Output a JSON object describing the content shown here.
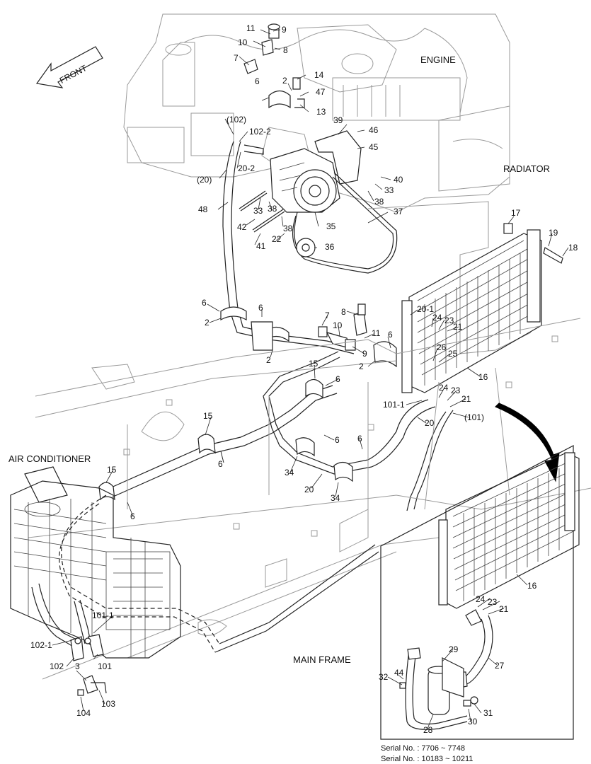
{
  "section_labels": {
    "engine": "ENGINE",
    "radiator": "RADIATOR",
    "air_conditioner": "AIR CONDITIONER",
    "main_frame": "MAIN FRAME",
    "front": "FRONT"
  },
  "serial_numbers": [
    "Serial No. : 7706 ~ 7748",
    "Serial No. : 10183 ~ 10211"
  ],
  "callouts": [
    "9",
    "11",
    "10",
    "8",
    "7",
    "2",
    "14",
    "6",
    "47",
    "13",
    "(102)",
    "102-2",
    "39",
    "46",
    "45",
    "20-2",
    "(20)",
    "40",
    "33",
    "38",
    "48",
    "33",
    "38",
    "37",
    "17",
    "19",
    "18",
    "42",
    "38",
    "35",
    "41",
    "22",
    "36",
    "8",
    "20-1",
    "24",
    "23",
    "21",
    "7",
    "10",
    "11",
    "6",
    "6",
    "2",
    "6",
    "9",
    "2",
    "26",
    "25",
    "16",
    "2",
    "15",
    "6",
    "24",
    "23",
    "21",
    "101-1",
    "15",
    "(101)",
    "20",
    "6",
    "6",
    "34",
    "20",
    "34",
    "6",
    "15",
    "6",
    "16",
    "24",
    "23",
    "21",
    "101-1",
    "102-1",
    "102",
    "3",
    "101",
    "103",
    "104",
    "29",
    "27",
    "32",
    "44",
    "31",
    "30",
    "28"
  ]
}
